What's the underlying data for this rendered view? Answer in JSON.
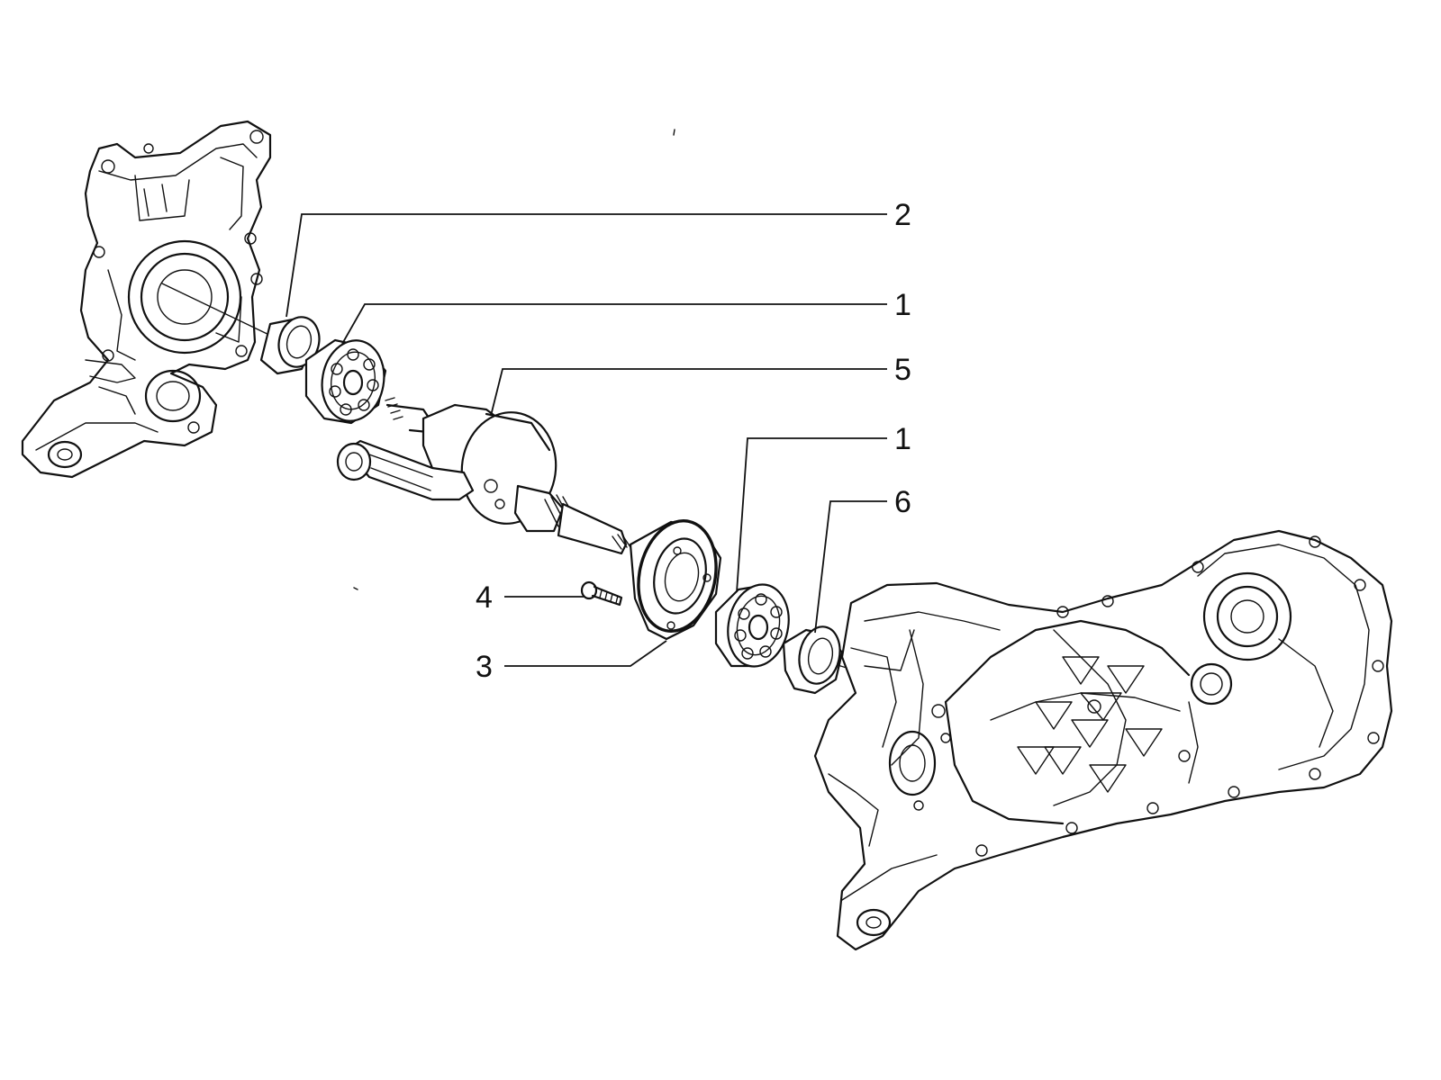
{
  "diagram": {
    "type": "exploded-parts-view",
    "callouts": [
      {
        "id": "c1",
        "label": "2"
      },
      {
        "id": "c2",
        "label": "1"
      },
      {
        "id": "c3",
        "label": "5"
      },
      {
        "id": "c4",
        "label": "1"
      },
      {
        "id": "c5",
        "label": "6"
      },
      {
        "id": "c6",
        "label": "4"
      },
      {
        "id": "c7",
        "label": "3"
      }
    ]
  }
}
